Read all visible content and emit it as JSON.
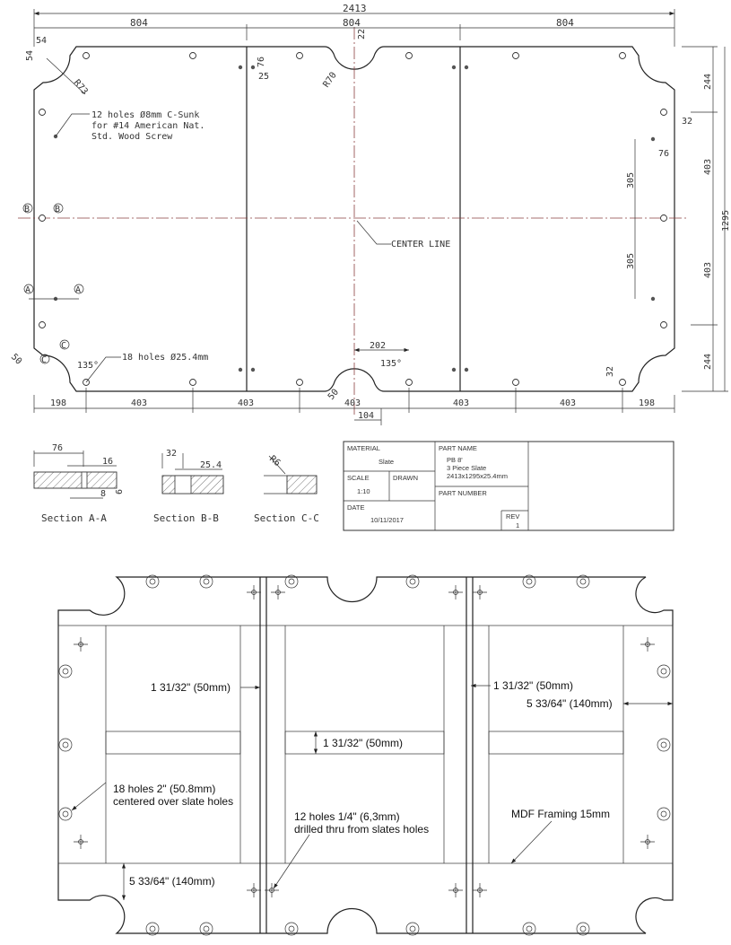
{
  "slate_drawing": {
    "overall_width": "2413",
    "thirds": [
      "804",
      "804",
      "804"
    ],
    "corner_offset_x": "54",
    "corner_offset_y": "54",
    "corner_radius": "R73",
    "side_radius": "R70",
    "side_depth": "22",
    "seam_offset_y": "76",
    "seam_offset_x": "25",
    "screw_note": [
      "12 holes Ø8mm C-Sunk",
      "for #14 American Nat.",
      "Std. Wood Screw"
    ],
    "center_line": "CENTER LINE",
    "right_dims": {
      "top": "244",
      "hole_offset": "32",
      "inner_offset": "76",
      "upper": "403",
      "s305a": "305",
      "overall": "1295",
      "s305b": "305",
      "lower": "403",
      "bottom": "244"
    },
    "section_marks": {
      "b1": "B",
      "b2": "B",
      "a1": "A",
      "a2": "A",
      "c1": "C",
      "c2": "C"
    },
    "corner_chamfer": "50",
    "corner_angle": "135°",
    "large_hole_note": "18 holes Ø25.4mm",
    "side_pocket_width": "202",
    "side_angle": "135°",
    "side_chamfer": "50",
    "bottom_right_offset": "32",
    "bottom_dims": [
      "198",
      "403",
      "403",
      "403",
      "403",
      "403",
      "198"
    ],
    "center_offset": "104"
  },
  "sections": {
    "a": {
      "d76": "76",
      "d16": "16",
      "d8": "8",
      "d6": "6",
      "label": "Section A-A"
    },
    "b": {
      "d32": "32",
      "d25": "25.4",
      "label": "Section B-B"
    },
    "c": {
      "r6": "R6",
      "label": "Section C-C"
    }
  },
  "title_block": {
    "material_label": "MATERIAL",
    "material": "Slate",
    "scale_label": "SCALE",
    "scale": "1:10",
    "drawn_label": "DRAWN",
    "date_label": "DATE",
    "date": "10/11/2017",
    "part_name_label": "PART NAME",
    "part_name": [
      "PB 8'",
      "3 Piece Slate",
      "2413x1295x25.4mm"
    ],
    "part_number_label": "PART NUMBER",
    "rev_label": "REV",
    "rev": "1"
  },
  "frame_drawing": {
    "gap_left": "1 31/32\" (50mm)",
    "gap_right": "1 31/32\" (50mm)",
    "cross_bar": "1 31/32\" (50mm)",
    "side_rail": "5 33/64\" (140mm)",
    "end_rail": "5 33/64\" (140mm)",
    "holes_note": [
      "18 holes 2\" (50.8mm)",
      "centered over slate holes"
    ],
    "screw_holes_note": [
      "12 holes 1/4\" (6,3mm)",
      "drilled thru from slates holes"
    ],
    "framing_note": "MDF Framing 15mm"
  }
}
